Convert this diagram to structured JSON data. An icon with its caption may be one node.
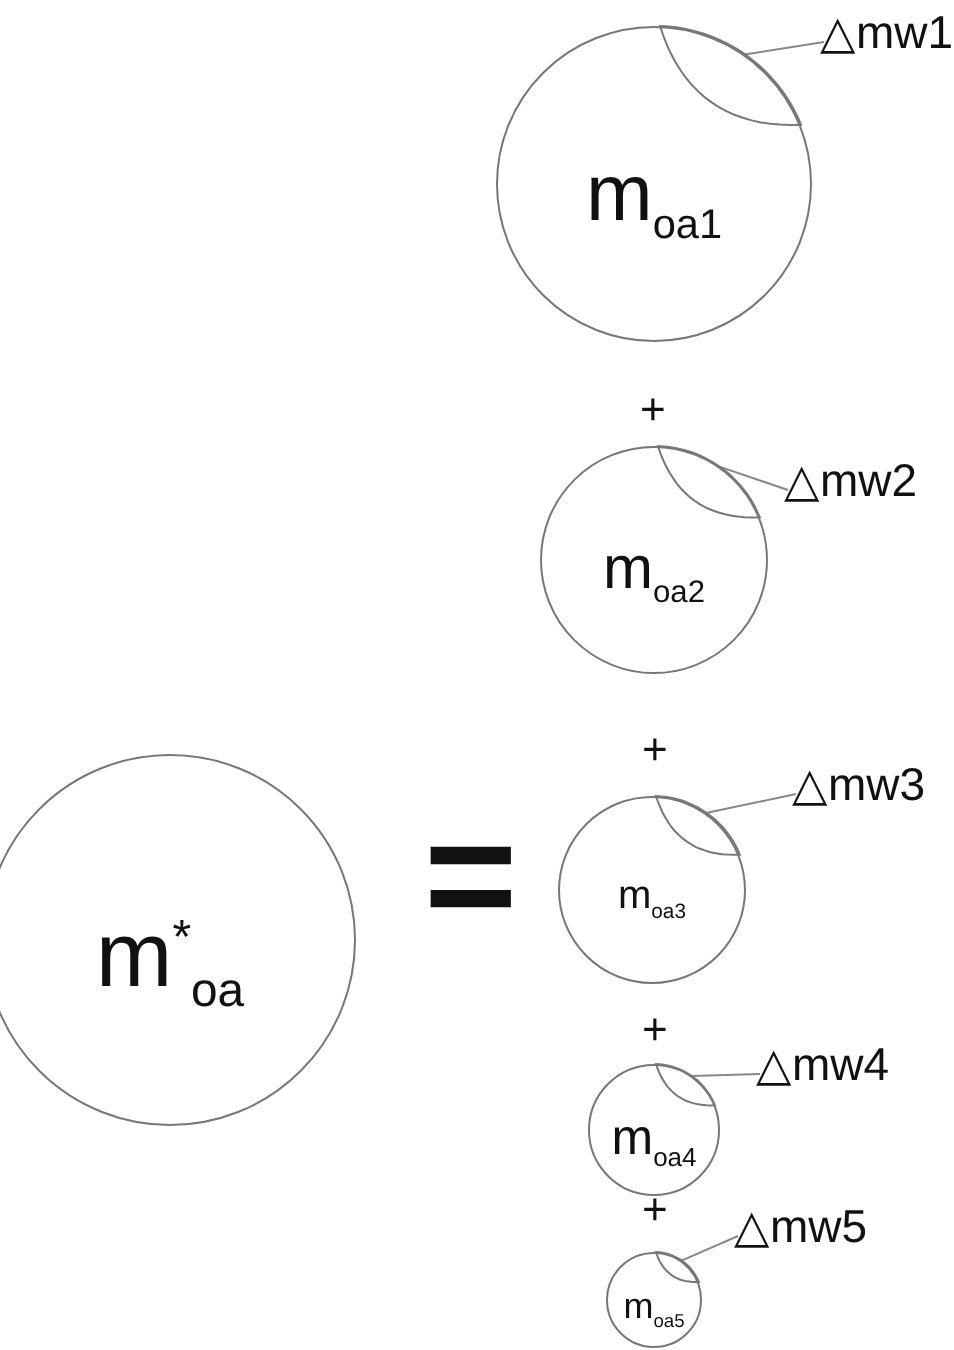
{
  "diagram": {
    "nodes": [
      {
        "text": [
          "m$^{*}$$_{oa}$"
        ]
      },
      {
        "text": [
          "m$_{oa1}$"
        ]
      },
      {
        "text": [],
        "shape": "wedge",
        "in": 1
      },
      {
        "text": [
          "△mw1"
        ]
      },
      {
        "text": [
          "m$_{oa2}$"
        ]
      },
      {
        "text": [],
        "shape": "wedge",
        "in": 4
      },
      {
        "text": [
          "△mw2"
        ]
      },
      {
        "text": [
          "m$_{oa3}$"
        ]
      },
      {
        "text": [],
        "shape": "wedge",
        "in": 7
      },
      {
        "text": [
          "△mw3"
        ]
      },
      {
        "text": [
          "m$_{oa4}$"
        ]
      },
      {
        "text": [],
        "shape": "wedge",
        "in": 10
      },
      {
        "text": [
          "△mw4"
        ]
      },
      {
        "text": [
          "m$_{oa5}$"
        ]
      },
      {
        "text": [],
        "shape": "wedge",
        "in": 13
      },
      {
        "text": [
          "△mw5"
        ]
      }
    ],
    "edges": [
      {
        "from": 3,
        "to": 2,
        "arrow": "none"
      },
      {
        "from": 6,
        "to": 5,
        "arrow": "none"
      },
      {
        "from": 9,
        "to": 8,
        "arrow": "none"
      },
      {
        "from": 12,
        "to": 11,
        "arrow": "none"
      },
      {
        "from": 15,
        "to": 14,
        "arrow": "none"
      }
    ],
    "labels": [
      "+",
      "+",
      "=",
      "+",
      "+"
    ]
  }
}
